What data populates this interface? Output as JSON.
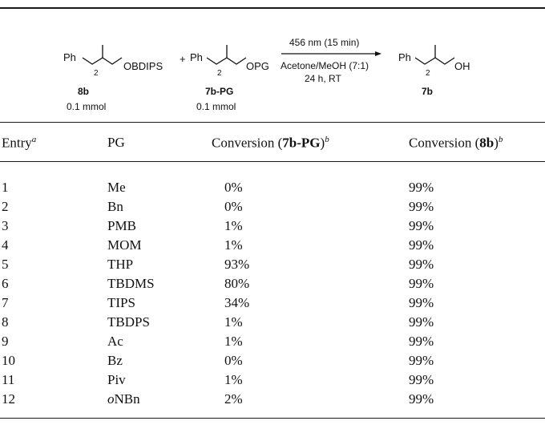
{
  "scheme": {
    "reactant1": {
      "ph": "Ph",
      "subscript": "2",
      "group": "OBDIPS",
      "label": "8b",
      "amount": "0.1 mmol"
    },
    "plus": "+",
    "reactant2": {
      "ph": "Ph",
      "subscript": "2",
      "group": "OPG",
      "label": "7b-PG",
      "amount": "0.1 mmol"
    },
    "conditions": {
      "light": "456 nm (15 min)",
      "solvent": "Acetone/MeOH (7:1)",
      "time": "24 h, RT"
    },
    "product": {
      "ph": "Ph",
      "subscript": "2",
      "group": "OH",
      "label": "7b"
    }
  },
  "table": {
    "headers": {
      "entry": "Entry",
      "entry_note": "a",
      "pg": "PG",
      "conv7_prefix": "Conversion (",
      "conv7_bold": "7b-PG",
      "conv7_suffix": ")",
      "conv7_note": "b",
      "conv8_prefix": "Conversion (",
      "conv8_bold": "8b",
      "conv8_suffix": ")",
      "conv8_note": "b"
    },
    "rows": [
      {
        "entry": "1",
        "pg": "Me",
        "conv7": "0%",
        "conv8": "99%"
      },
      {
        "entry": "2",
        "pg": "Bn",
        "conv7": "0%",
        "conv8": "99%"
      },
      {
        "entry": "3",
        "pg": "PMB",
        "conv7": "1%",
        "conv8": "99%"
      },
      {
        "entry": "4",
        "pg": "MOM",
        "conv7": "1%",
        "conv8": "99%"
      },
      {
        "entry": "5",
        "pg": "THP",
        "conv7": "93%",
        "conv8": "99%"
      },
      {
        "entry": "6",
        "pg": "TBDMS",
        "conv7": "80%",
        "conv8": "99%"
      },
      {
        "entry": "7",
        "pg": "TIPS",
        "conv7": "34%",
        "conv8": "99%"
      },
      {
        "entry": "8",
        "pg": "TBDPS",
        "conv7": "1%",
        "conv8": "99%"
      },
      {
        "entry": "9",
        "pg": "Ac",
        "conv7": "1%",
        "conv8": "99%"
      },
      {
        "entry": "10",
        "pg": "Bz",
        "conv7": "0%",
        "conv8": "99%"
      },
      {
        "entry": "11",
        "pg": "Piv",
        "conv7": "1%",
        "conv8": "99%"
      },
      {
        "entry": "12",
        "pg_italic": "o",
        "pg": "NBn",
        "conv7": "2%",
        "conv8": "99%"
      }
    ]
  }
}
